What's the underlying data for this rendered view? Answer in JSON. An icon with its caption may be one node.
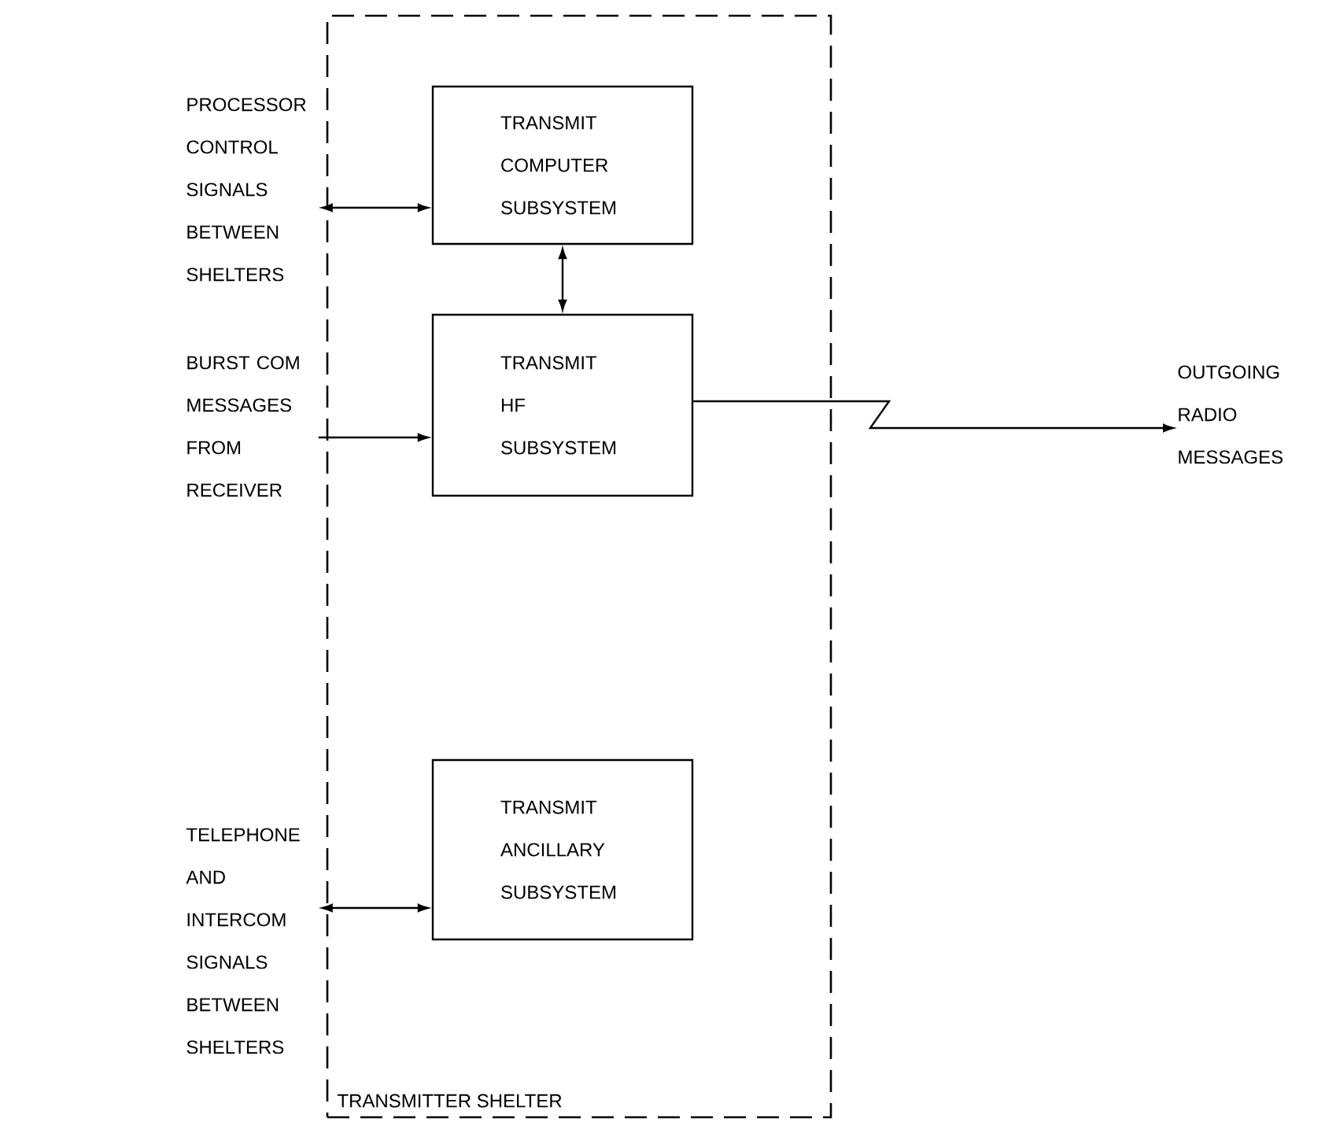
{
  "diagram": {
    "nodes": [
      {
        "text": [
          "TRANSMITTER SHELTER"
        ]
      },
      {
        "text": [
          "TRANSMIT COMPUTER SUBSYSTEM"
        ],
        "in": 0
      },
      {
        "text": [
          "TRANSMIT HF SUBSYSTEM"
        ],
        "in": 0
      },
      {
        "text": [
          "TRANSMIT ANCILLARY SUBSYSTEM"
        ],
        "in": 0
      },
      {
        "text": [
          "PROCESSOR CONTROL SIGNALS BETWEEN SHELTERS"
        ]
      },
      {
        "text": [
          "BURST COM MESSAGES FROM RECEIVER"
        ]
      },
      {
        "text": [
          "TELEPHONE AND INTERCOM SIGNALS BETWEEN SHELTERS"
        ]
      },
      {
        "text": [
          "OUTGOING RADIO MESSAGES"
        ]
      }
    ],
    "edges": [
      {
        "from": 4,
        "to": 1,
        "arrow": "both"
      },
      {
        "from": 1,
        "to": 2,
        "arrow": "both"
      },
      {
        "from": 5,
        "to": 2,
        "arrow": "to"
      },
      {
        "from": 2,
        "to": 7,
        "arrow": "to"
      },
      {
        "from": 6,
        "to": 3,
        "arrow": "both"
      }
    ]
  }
}
